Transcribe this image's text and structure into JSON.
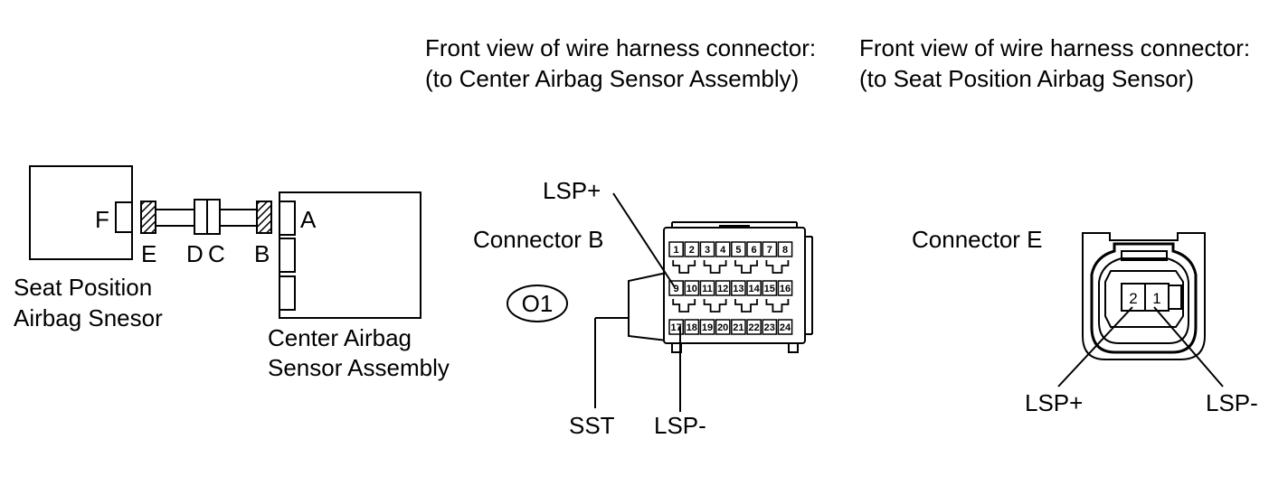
{
  "headers": {
    "center_title_line1": "Front view of wire harness connector:",
    "center_title_line2": "(to Center Airbag Sensor Assembly)",
    "right_title_line1": "Front view of wire harness connector:",
    "right_title_line2": "(to Seat Position Airbag Sensor)"
  },
  "schematic": {
    "seat_sensor_line1": "Seat Position",
    "seat_sensor_line2": "Airbag Snesor",
    "center_sensor_line1": "Center Airbag",
    "center_sensor_line2": "Sensor Assembly",
    "letters": {
      "F": "F",
      "E": "E",
      "D": "D",
      "C": "C",
      "B": "B",
      "A": "A"
    }
  },
  "connector_b": {
    "title": "Connector B",
    "badge": "O1",
    "pins_row1": [
      "1",
      "2",
      "3",
      "4",
      "5",
      "6",
      "7",
      "8"
    ],
    "pins_row2": [
      "9",
      "10",
      "11",
      "12",
      "13",
      "14",
      "15",
      "16"
    ],
    "pins_row3": [
      "17",
      "18",
      "19",
      "20",
      "21",
      "22",
      "23",
      "24"
    ],
    "label_lsp_plus": "LSP+",
    "label_lsp_minus": "LSP-",
    "label_sst": "SST"
  },
  "connector_e": {
    "title": "Connector E",
    "pins": [
      "2",
      "1"
    ],
    "label_lsp_plus": "LSP+",
    "label_lsp_minus": "LSP-"
  }
}
